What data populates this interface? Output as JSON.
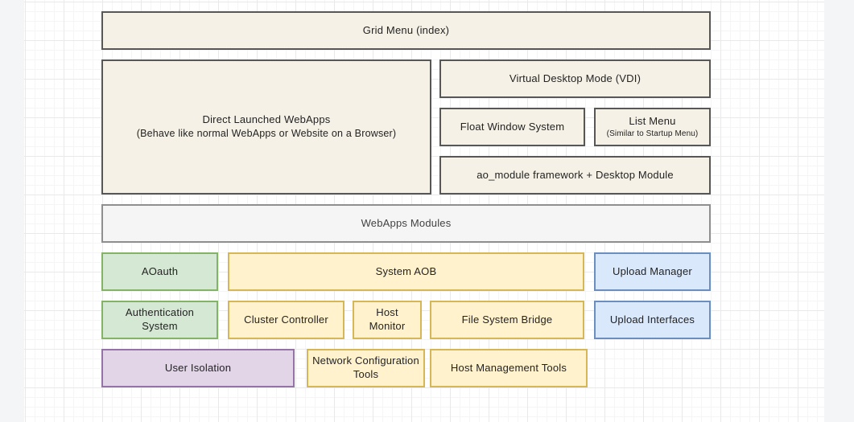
{
  "diagram": {
    "type": "architecture-block-diagram",
    "nodes": {
      "grid_menu": {
        "label": "Grid Menu (index)"
      },
      "direct_webapps": {
        "label": "Direct Launched WebApps",
        "sublabel": "(Behave like normal WebApps or Website on a Browser)"
      },
      "vdi": {
        "label": "Virtual Desktop Mode (VDI)"
      },
      "float_window": {
        "label": "Float Window System"
      },
      "list_menu": {
        "label": "List Menu",
        "sublabel": "(Similar to Startup Menu)"
      },
      "ao_module": {
        "label": "ao_module framework + Desktop Module"
      },
      "webapps_modules": {
        "label": "WebApps Modules"
      },
      "aoauth": {
        "label": "AOauth"
      },
      "system_aob": {
        "label": "System AOB"
      },
      "upload_manager": {
        "label": "Upload Manager"
      },
      "auth_system": {
        "label": "Authentication System"
      },
      "cluster_controller": {
        "label": "Cluster Controller"
      },
      "host_monitor": {
        "label": "Host Monitor"
      },
      "file_system_bridge": {
        "label": "File System Bridge"
      },
      "upload_interfaces": {
        "label": "Upload Interfaces"
      },
      "user_isolation": {
        "label": "User Isolation"
      },
      "network_config_tools": {
        "label": "Network Configuration Tools"
      },
      "host_management_tools": {
        "label": "Host Management Tools"
      }
    },
    "palette": {
      "cream_fill": "#f5f1e6",
      "cream_border": "#575757",
      "gray_fill": "#f5f5f5",
      "gray_border": "#8f8f8f",
      "green_fill": "#d5e8d4",
      "green_border": "#82b366",
      "yellow_fill": "#fff2cc",
      "yellow_border": "#d6b656",
      "blue_fill": "#dae8fc",
      "blue_border": "#6c8ebf",
      "purple_fill": "#e1d5e7",
      "purple_border": "#9673a6",
      "canvas_background": "#ffffff",
      "grid_minor_line": "#f5f5f5",
      "grid_major_line": "#e9e9e9",
      "offpage_background": "#f4f5f7",
      "text_color": "#232323"
    }
  }
}
